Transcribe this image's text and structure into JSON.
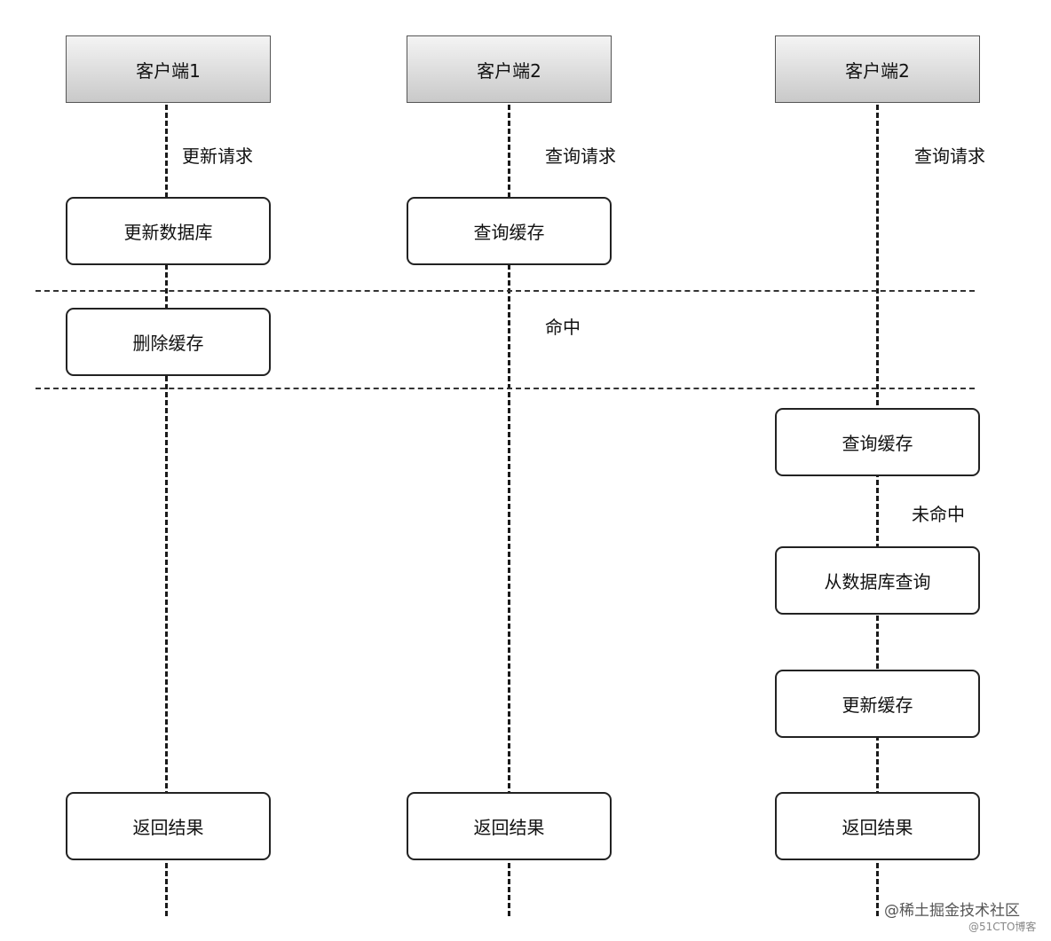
{
  "actors": [
    {
      "name": "客户端1"
    },
    {
      "name": "客户端2"
    },
    {
      "name": "客户端2"
    }
  ],
  "messages": {
    "client1_request": "更新请求",
    "client2_request": "查询请求",
    "client3_request": "查询请求",
    "hit": "命中",
    "miss": "未命中"
  },
  "steps": {
    "client1": [
      "更新数据库",
      "删除缓存",
      "返回结果"
    ],
    "client2": [
      "查询缓存",
      "返回结果"
    ],
    "client3": [
      "查询缓存",
      "从数据库查询",
      "更新缓存",
      "返回结果"
    ]
  },
  "watermark": {
    "main": "@稀土掘金技术社区",
    "sub": "@51CTO博客"
  }
}
